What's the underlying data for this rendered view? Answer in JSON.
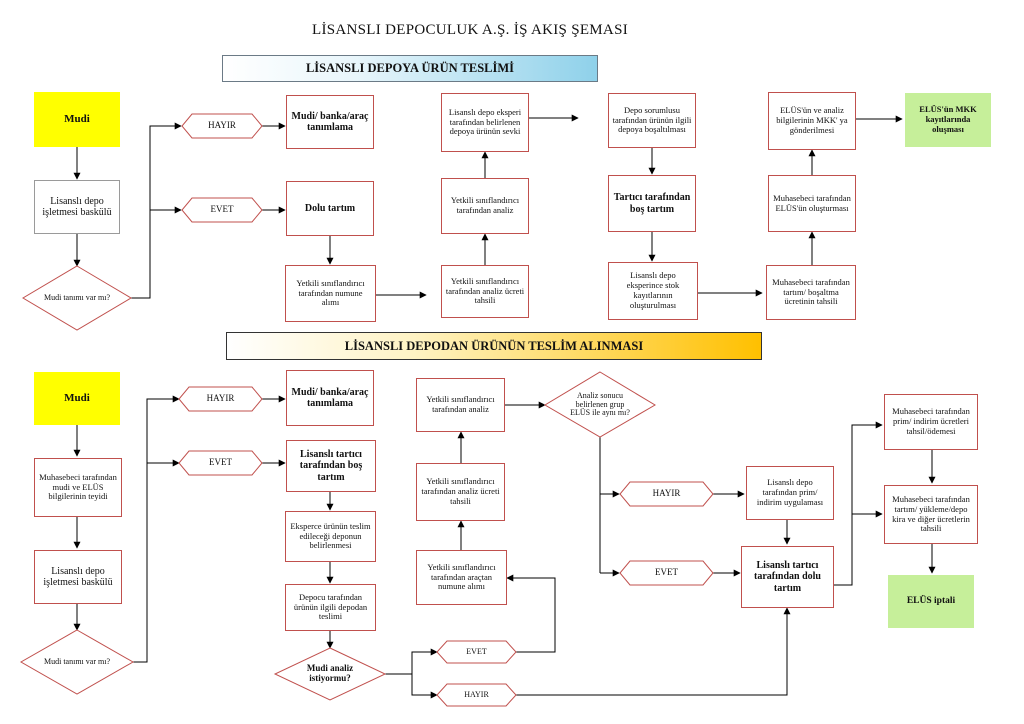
{
  "title": "LİSANSLI DEPOCULUK A.Ş. İŞ AKIŞ ŞEMASI",
  "sections": {
    "delivery": "LİSANSLI DEPOYA ÜRÜN TESLİMİ",
    "withdrawal": "LİSANSLI DEPODAN ÜRÜNÜN TESLİM ALINMASI"
  },
  "top": {
    "mudi": "Mudi",
    "baskulu": "Lisanslı depo işletmesi baskülü",
    "decision": "Mudi tanımı var mı?",
    "hayir": "HAYIR",
    "evet": "EVET",
    "tanimlama": "Mudi/ banka/araç tanımlama",
    "dolu_tartim": "Dolu tartım",
    "numune": "Yetkili sınıflandırıcı tarafından numune alımı",
    "ucret": "Yetkili sınıflandırıcı tarafından analiz ücreti tahsili",
    "analiz": "Yetkili sınıflandırıcı tarafından analiz",
    "sevk": "Lisanslı depo eksperi tarafından belirlenen depoya ürünün sevki",
    "bosaltma": "Depo sorumlusu tarafından ürünün ilgili depoya boşaltılması",
    "bos_tartim": "Tartıcı tarafından boş tartım",
    "stok": "Lisanslı depo eksperince stok kayıtlarının oluşturulması",
    "tahsil": "Muhasebeci tarafından tartım/ boşaltma ücretinin tahsili",
    "elus_olusturma": "Muhasebeci tarafından ELÜS'ün oluşturması",
    "mkk_gonder": "ELÜS'ün ve analiz bilgilerinin MKK' ya gönderilmesi",
    "mkk_kayit": "ELÜS'ün MKK kayıtlarında oluşması"
  },
  "bottom": {
    "mudi": "Mudi",
    "teyit": "Muhasebeci tarafından mudi ve ELÜS bilgilerinin teyidi",
    "baskulu": "Lisanslı depo işletmesi baskülü",
    "decision": "Mudi tanımı var mı?",
    "hayir": "HAYIR",
    "evet": "EVET",
    "tanimlama": "Mudi/ banka/araç tanımlama",
    "bos_tartim": "Lisanslı tartıcı tarafından boş tartım",
    "eksper": "Eksperce ürünün teslim edileceği deponun belirlenmesi",
    "teslim": "Depocu tarafından ürünün ilgili depodan teslimi",
    "analiz_decision": "Mudi analiz istiyormu?",
    "evet2": "EVET",
    "hayir2": "HAYIR",
    "numune": "Yetkili sınıflandırıcı tarafından araçtan numune alımı",
    "ucret": "Yetkili sınıflandırıcı tarafından analiz ücreti tahsili",
    "analiz": "Yetkili sınıflandırıcı tarafından analiz",
    "ayni_decision": "Analiz sonucu belirlenen grup ELÜS ile aynı mı?",
    "hayir3": "HAYIR",
    "evet3": "EVET",
    "prim_uygulama": "Lisanslı depo tarafından prim/ indirim uygulaması",
    "dolu_tartim": "Lisanslı tartıcı tarafından dolu tartım",
    "prim_tahsil": "Muhasebeci tarafından prim/ indirim ücretleri tahsil/ödemesi",
    "kira_tahsil": "Muhasebeci tarafından tartım/ yükleme/depo kira ve diğer ücretlerin tahsili",
    "elus_iptal": "ELÜS iptali"
  },
  "colors": {
    "box_border": "#c0504d",
    "mudi_fill": "#ffff00",
    "result_fill": "#c6ef9a",
    "banner1_accent": "#8fd1ea",
    "banner2_accent": "#ffc000"
  }
}
